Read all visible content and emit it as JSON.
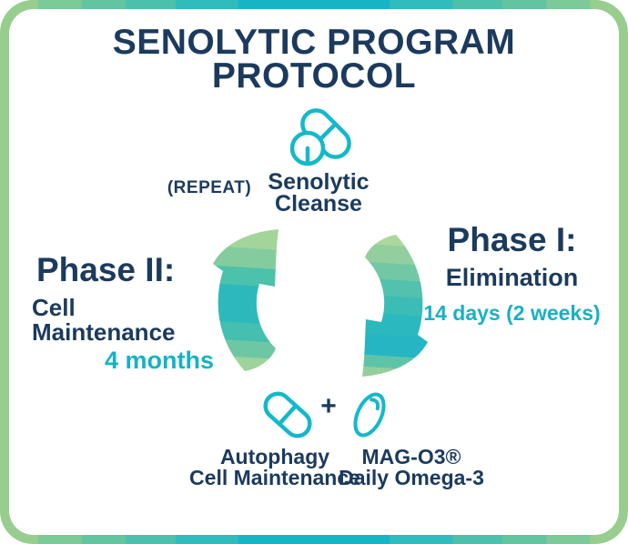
{
  "title": {
    "line1": "SENOLYTIC PROGRAM",
    "line2": "PROTOCOL"
  },
  "cycle": {
    "repeat_label": "(REPEAT)",
    "direction": "clockwise",
    "top_node": {
      "icon": "capsule-and-tablet-icon",
      "line1": "Senolytic",
      "line2": "Cleanse"
    },
    "phase1": {
      "heading": "Phase I:",
      "subheading": "Elimination",
      "duration": "14 days (2 weeks)"
    },
    "phase2": {
      "heading": "Phase II:",
      "subheading": "Cell Maintenance",
      "duration": "4 months"
    },
    "bottom_node": {
      "plus": "+",
      "item1": {
        "icon": "capsule-icon",
        "line1": "Autophagy",
        "line2": "Cell Maintenance"
      },
      "item2": {
        "icon": "softgel-icon",
        "line1": "MAG-O3®",
        "line2": "Daily Omega-3"
      }
    }
  },
  "colors": {
    "navy_text": "#1b3a5e",
    "teal_text": "#17b2c3",
    "icon_teal": "#14b9c9",
    "arrow_green": "#9ad19a",
    "arrow_teal": "#2db9bc",
    "border_green": "#97ce8e",
    "border_cyan": "#16b5c6"
  }
}
